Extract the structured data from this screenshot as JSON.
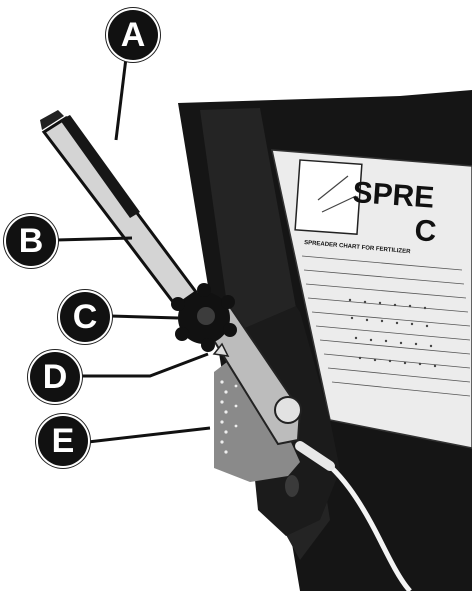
{
  "callouts": [
    {
      "letter": "A"
    },
    {
      "letter": "B"
    },
    {
      "letter": "C"
    },
    {
      "letter": "D"
    },
    {
      "letter": "E"
    }
  ],
  "sticker": {
    "title_fragment": "SPRE",
    "title_fragment_2": "C",
    "chart_heading": "SPREADER CHART FOR FERTILIZER"
  }
}
